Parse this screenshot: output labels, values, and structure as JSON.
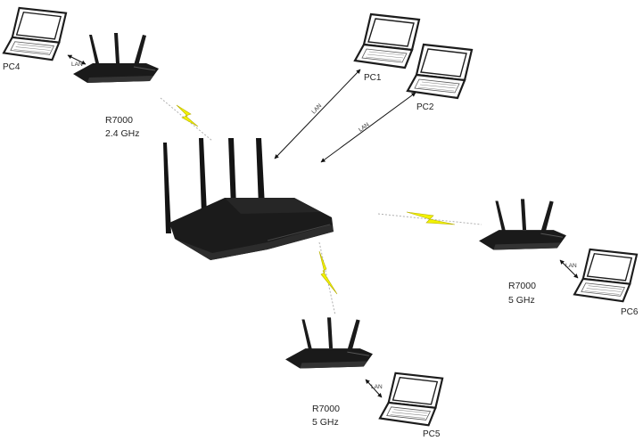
{
  "diagram": {
    "pcs": {
      "pc1": "PC1",
      "pc2": "PC2",
      "pc4": "PC4",
      "pc5": "PC5",
      "pc6": "PC6"
    },
    "lan": "LAN",
    "routers": {
      "top_left": {
        "model": "R7000",
        "band": "2.4 GHz"
      },
      "right": {
        "model": "R7000",
        "band": "5 GHz"
      },
      "bottom": {
        "model": "R7000",
        "band": "5 GHz"
      }
    },
    "colors": {
      "wireless_bolt": "#f2f200",
      "router_body": "#1a1a1a",
      "laptop_outline": "#1c1c1c",
      "link_line": "#111111"
    }
  }
}
